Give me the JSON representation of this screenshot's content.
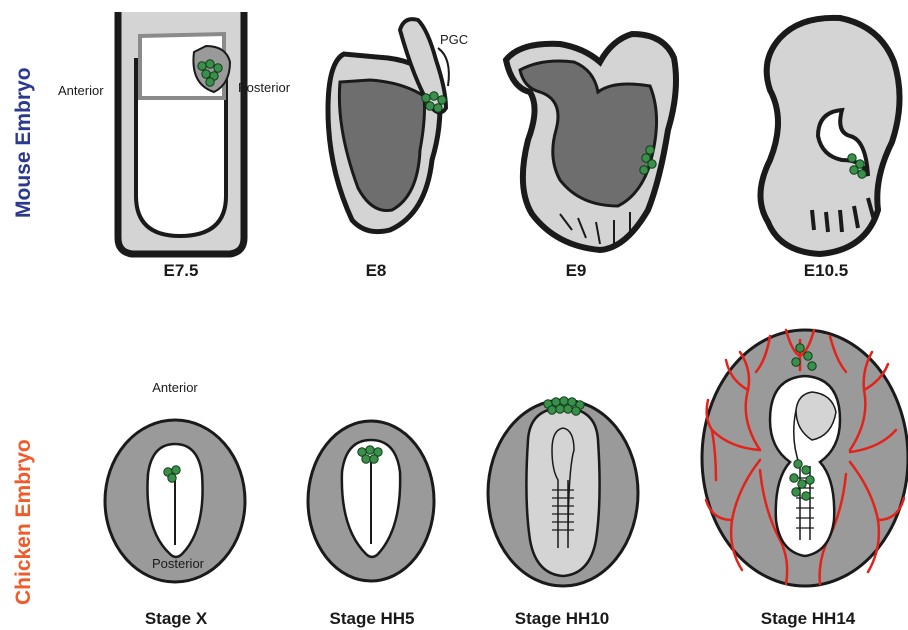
{
  "rows": {
    "mouse": {
      "title": "Mouse Embryo",
      "color": "#2b3990",
      "stages": [
        "E7.5",
        "E8",
        "E9",
        "E10.5"
      ],
      "annotations": {
        "anterior": "Anterior",
        "posterior": "Posterior",
        "pgc": "PGC"
      }
    },
    "chicken": {
      "title": "Chicken Embryo",
      "color": "#f15a29",
      "stages": [
        "Stage X",
        "Stage HH5",
        "Stage HH10",
        "Stage HH14"
      ],
      "annotations": {
        "anterior": "Anterior",
        "posterior": "Posterior"
      }
    }
  },
  "colors": {
    "outline": "#1a1a1a",
    "light_gray": "#d4d4d4",
    "dark_gray": "#6e6e6e",
    "mid_gray": "#9a9a9a",
    "pgc_green": "#3a8f4a",
    "vessel_red": "#e3231a"
  }
}
